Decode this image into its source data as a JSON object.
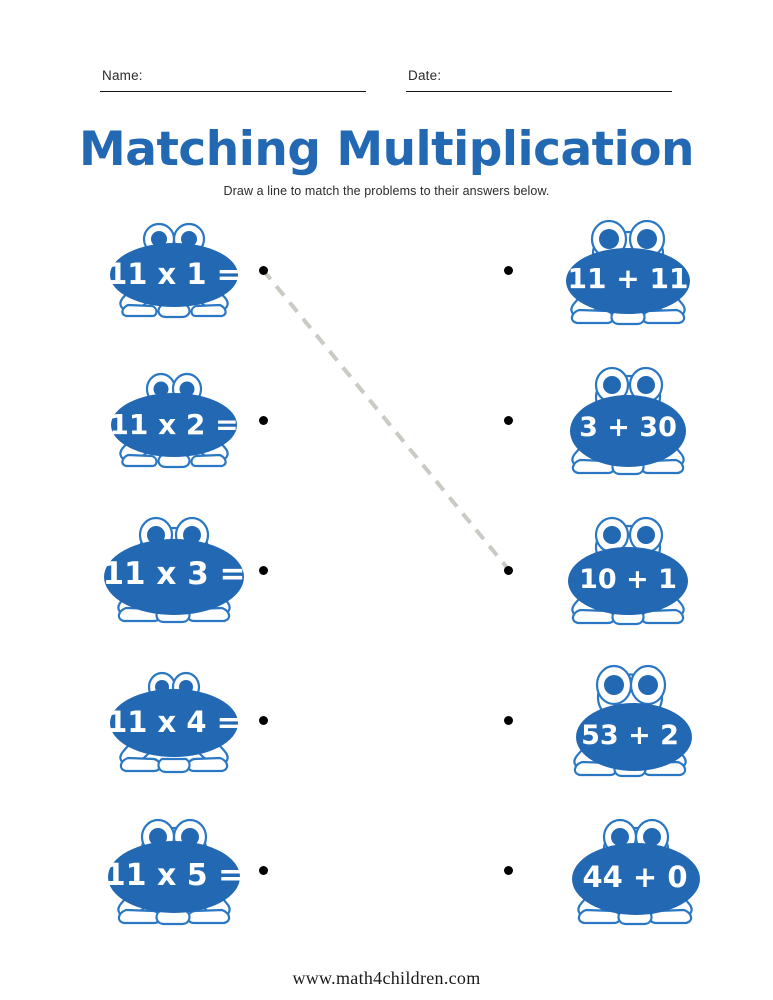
{
  "header": {
    "name_label": "Name:",
    "date_label": "Date:"
  },
  "title": "Matching Multiplication",
  "subtitle": "Draw a line to match the problems to their answers below.",
  "colors": {
    "frog_blue": "#2268b3",
    "frog_outline": "#2a77c4",
    "title_blue": "#2268b3",
    "dot_black": "#000000",
    "answer_line_gray": "#c9cac4",
    "rule_black": "#111111"
  },
  "problems": [
    {
      "label": "11 x 1 =",
      "row": 1
    },
    {
      "label": "11 x 2 =",
      "row": 2
    },
    {
      "label": "11 x 3 =",
      "row": 3
    },
    {
      "label": "11 x 4 =",
      "row": 4
    },
    {
      "label": "11 x 5 =",
      "row": 5
    }
  ],
  "answers": [
    {
      "label": "11 + 11",
      "row": 1
    },
    {
      "label": "3 + 30",
      "row": 2
    },
    {
      "label": "10 + 1",
      "row": 3
    },
    {
      "label": "53 + 2",
      "row": 4
    },
    {
      "label": "44 + 0",
      "row": 5
    }
  ],
  "connections": [
    {
      "from_row": 1,
      "to_row": 3,
      "style": "dashed",
      "color": "#c9cac4"
    }
  ],
  "footer": "www.math4children.com"
}
